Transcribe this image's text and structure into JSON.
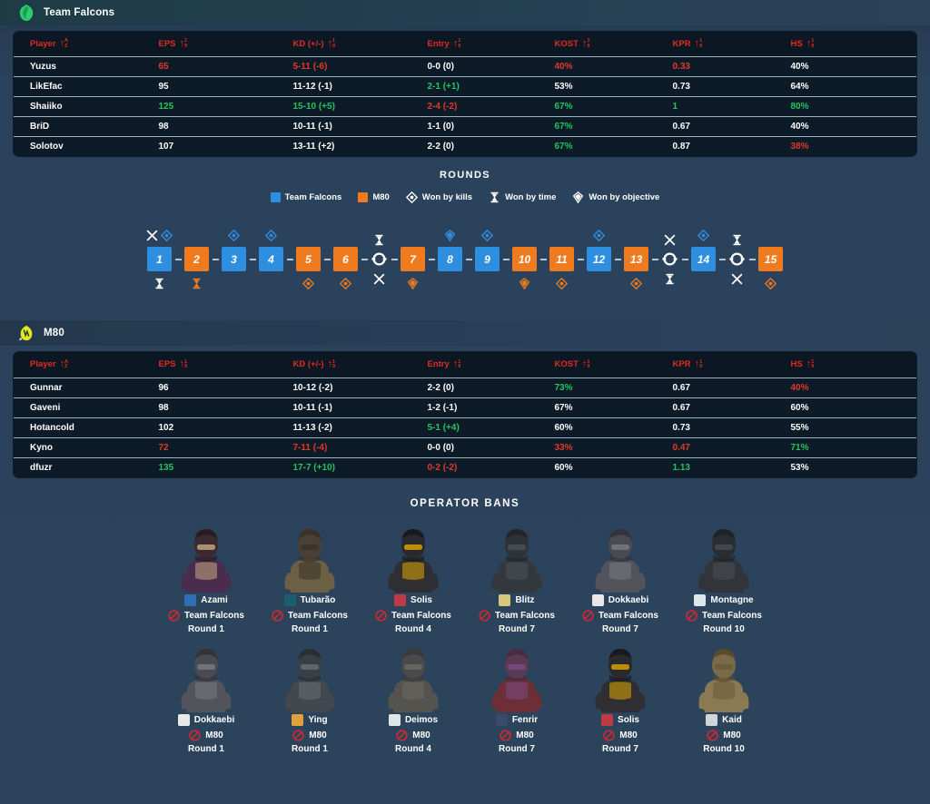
{
  "teams": {
    "falcons": {
      "name": "Team Falcons",
      "logo_color": "#2ecc71",
      "logo_name": "falcon-logo"
    },
    "m80": {
      "name": "M80",
      "logo_color": "#e8e81f",
      "logo_name": "m80-logo"
    }
  },
  "table": {
    "columns": [
      {
        "key": "player",
        "label": "Player",
        "sort": "az"
      },
      {
        "key": "eps",
        "label": "EPS",
        "sort": "19"
      },
      {
        "key": "kd",
        "label": "KD (+/-)",
        "sort": "19"
      },
      {
        "key": "entry",
        "label": "Entry",
        "sort": "19"
      },
      {
        "key": "kost",
        "label": "KOST",
        "sort": "19"
      },
      {
        "key": "kpr",
        "label": "KPR",
        "sort": "19"
      },
      {
        "key": "hs",
        "label": "HS",
        "sort": "19"
      }
    ]
  },
  "falcons_stats": [
    {
      "player": "Yuzus",
      "eps": "65",
      "eps_c": "bad",
      "kd": "5-11 (-6)",
      "kd_c": "bad",
      "entry": "0-0 (0)",
      "entry_c": "norm",
      "kost": "40%",
      "kost_c": "bad",
      "kpr": "0.33",
      "kpr_c": "bad",
      "hs": "40%",
      "hs_c": "norm"
    },
    {
      "player": "LikEfac",
      "eps": "95",
      "eps_c": "norm",
      "kd": "11-12 (-1)",
      "kd_c": "norm",
      "entry": "2-1 (+1)",
      "entry_c": "good",
      "kost": "53%",
      "kost_c": "norm",
      "kpr": "0.73",
      "kpr_c": "norm",
      "hs": "64%",
      "hs_c": "norm"
    },
    {
      "player": "Shaiiko",
      "eps": "125",
      "eps_c": "good",
      "kd": "15-10 (+5)",
      "kd_c": "good",
      "entry": "2-4 (-2)",
      "entry_c": "bad",
      "kost": "67%",
      "kost_c": "good",
      "kpr": "1",
      "kpr_c": "good",
      "hs": "80%",
      "hs_c": "good"
    },
    {
      "player": "BriD",
      "eps": "98",
      "eps_c": "norm",
      "kd": "10-11 (-1)",
      "kd_c": "norm",
      "entry": "1-1 (0)",
      "entry_c": "norm",
      "kost": "67%",
      "kost_c": "good",
      "kpr": "0.67",
      "kpr_c": "norm",
      "hs": "40%",
      "hs_c": "norm"
    },
    {
      "player": "Solotov",
      "eps": "107",
      "eps_c": "norm",
      "kd": "13-11 (+2)",
      "kd_c": "norm",
      "entry": "2-2 (0)",
      "entry_c": "norm",
      "kost": "67%",
      "kost_c": "good",
      "kpr": "0.87",
      "kpr_c": "norm",
      "hs": "38%",
      "hs_c": "bad"
    }
  ],
  "m80_stats": [
    {
      "player": "Gunnar",
      "eps": "96",
      "eps_c": "norm",
      "kd": "10-12 (-2)",
      "kd_c": "norm",
      "entry": "2-2 (0)",
      "entry_c": "norm",
      "kost": "73%",
      "kost_c": "good",
      "kpr": "0.67",
      "kpr_c": "norm",
      "hs": "40%",
      "hs_c": "bad"
    },
    {
      "player": "Gaveni",
      "eps": "98",
      "eps_c": "norm",
      "kd": "10-11 (-1)",
      "kd_c": "norm",
      "entry": "1-2 (-1)",
      "entry_c": "norm",
      "kost": "67%",
      "kost_c": "norm",
      "kpr": "0.67",
      "kpr_c": "norm",
      "hs": "60%",
      "hs_c": "norm"
    },
    {
      "player": "Hotancold",
      "eps": "102",
      "eps_c": "norm",
      "kd": "11-13 (-2)",
      "kd_c": "norm",
      "entry": "5-1 (+4)",
      "entry_c": "good",
      "kost": "60%",
      "kost_c": "norm",
      "kpr": "0.73",
      "kpr_c": "norm",
      "hs": "55%",
      "hs_c": "norm"
    },
    {
      "player": "Kyno",
      "eps": "72",
      "eps_c": "bad",
      "kd": "7-11 (-4)",
      "kd_c": "bad",
      "entry": "0-0 (0)",
      "entry_c": "norm",
      "kost": "33%",
      "kost_c": "bad",
      "kpr": "0.47",
      "kpr_c": "bad",
      "hs": "71%",
      "hs_c": "good"
    },
    {
      "player": "dfuzr",
      "eps": "135",
      "eps_c": "good",
      "kd": "17-7 (+10)",
      "kd_c": "good",
      "entry": "0-2 (-2)",
      "entry_c": "bad",
      "kost": "60%",
      "kost_c": "norm",
      "kpr": "1.13",
      "kpr_c": "good",
      "hs": "53%",
      "hs_c": "norm"
    }
  ],
  "rounds": {
    "title": "ROUNDS",
    "legend": [
      {
        "type": "swatch",
        "color": "#2e8fe0",
        "label": "Team Falcons",
        "icon": "blue-swatch"
      },
      {
        "type": "swatch",
        "color": "#ef7b1e",
        "label": "M80",
        "icon": "orange-swatch"
      },
      {
        "type": "icon",
        "icon": "kills-diamond-icon",
        "label": "Won by kills"
      },
      {
        "type": "icon",
        "icon": "hourglass-icon",
        "label": "Won by time"
      },
      {
        "type": "icon",
        "icon": "objective-icon",
        "label": "Won by objective"
      }
    ],
    "items": [
      {
        "number": "1",
        "winner": "falcons",
        "top_icons": [
          "swords",
          "kills"
        ],
        "bottom_icons": [
          "hourglass"
        ]
      },
      {
        "number": "2",
        "winner": "m80",
        "top_icons": [],
        "bottom_icons": [
          "hourglass"
        ]
      },
      {
        "number": "3",
        "winner": "falcons",
        "top_icons": [
          "kills"
        ],
        "bottom_icons": []
      },
      {
        "number": "4",
        "winner": "falcons",
        "top_icons": [
          "kills"
        ],
        "bottom_icons": []
      },
      {
        "number": "5",
        "winner": "m80",
        "top_icons": [],
        "bottom_icons": [
          "kills"
        ]
      },
      {
        "number": "6",
        "winner": "m80",
        "top_icons": [],
        "bottom_icons": [
          "kills"
        ]
      },
      {
        "number": "HALF",
        "winner": "half",
        "top_icons": [
          "hourglass"
        ],
        "bottom_icons": [
          "swords"
        ]
      },
      {
        "number": "7",
        "winner": "m80",
        "top_icons": [],
        "bottom_icons": [
          "objective"
        ]
      },
      {
        "number": "8",
        "winner": "falcons",
        "top_icons": [
          "objective"
        ],
        "bottom_icons": []
      },
      {
        "number": "9",
        "winner": "falcons",
        "top_icons": [
          "kills"
        ],
        "bottom_icons": []
      },
      {
        "number": "10",
        "winner": "m80",
        "top_icons": [],
        "bottom_icons": [
          "objective"
        ]
      },
      {
        "number": "11",
        "winner": "m80",
        "top_icons": [],
        "bottom_icons": [
          "kills"
        ]
      },
      {
        "number": "12",
        "winner": "falcons",
        "top_icons": [
          "kills"
        ],
        "bottom_icons": []
      },
      {
        "number": "13",
        "winner": "m80",
        "top_icons": [],
        "bottom_icons": [
          "kills"
        ]
      },
      {
        "number": "OT1",
        "winner": "half",
        "top_icons": [
          "swords"
        ],
        "bottom_icons": [
          "hourglass"
        ]
      },
      {
        "number": "14",
        "winner": "falcons",
        "top_icons": [
          "kills"
        ],
        "bottom_icons": []
      },
      {
        "number": "OT2",
        "winner": "half",
        "top_icons": [
          "hourglass"
        ],
        "bottom_icons": [
          "swords"
        ]
      },
      {
        "number": "15",
        "winner": "m80",
        "top_icons": [],
        "bottom_icons": [
          "kills"
        ]
      }
    ]
  },
  "bans": {
    "title": "OPERATOR  BANS",
    "row1": [
      {
        "operator": "Azami",
        "team": "Team Falcons",
        "round": "Round 1",
        "badge_color": "#2e6fb5",
        "art": "azami-art"
      },
      {
        "operator": "Tubarão",
        "team": "Team Falcons",
        "round": "Round 1",
        "badge_color": "#1c5e6e",
        "art": "tubarao-art"
      },
      {
        "operator": "Solis",
        "team": "Team Falcons",
        "round": "Round 4",
        "badge_color": "#c03a46",
        "art": "solis-art"
      },
      {
        "operator": "Blitz",
        "team": "Team Falcons",
        "round": "Round 7",
        "badge_color": "#d8c97a",
        "art": "blitz-art"
      },
      {
        "operator": "Dokkaebi",
        "team": "Team Falcons",
        "round": "Round 7",
        "badge_color": "#e8e8e8",
        "art": "dokkaebi-art"
      },
      {
        "operator": "Montagne",
        "team": "Team Falcons",
        "round": "Round 10",
        "badge_color": "#dfe6ea",
        "art": "montagne-art"
      }
    ],
    "row2": [
      {
        "operator": "Dokkaebi",
        "team": "M80",
        "round": "Round 1",
        "badge_color": "#e8e8e8",
        "art": "dokkaebi-art"
      },
      {
        "operator": "Ying",
        "team": "M80",
        "round": "Round 1",
        "badge_color": "#e0a13a",
        "art": "ying-art"
      },
      {
        "operator": "Deimos",
        "team": "M80",
        "round": "Round 4",
        "badge_color": "#dfe6ea",
        "art": "deimos-art"
      },
      {
        "operator": "Fenrir",
        "team": "M80",
        "round": "Round 7",
        "badge_color": "#3a4a6a",
        "art": "fenrir-art"
      },
      {
        "operator": "Solis",
        "team": "M80",
        "round": "Round 7",
        "badge_color": "#c03a46",
        "art": "solis-art"
      },
      {
        "operator": "Kaid",
        "team": "M80",
        "round": "Round 10",
        "badge_color": "#cfd6da",
        "art": "kaid-art"
      }
    ],
    "ban_icon": "no-entry-icon"
  },
  "colors": {
    "background": "#2b415a",
    "table_bg": "#0d1a27",
    "header_red": "#e02b20",
    "good_green": "#22c55e",
    "bad_red": "#e03a2a",
    "falcons_blue": "#2e8fe0",
    "m80_orange": "#ef7b1e"
  }
}
